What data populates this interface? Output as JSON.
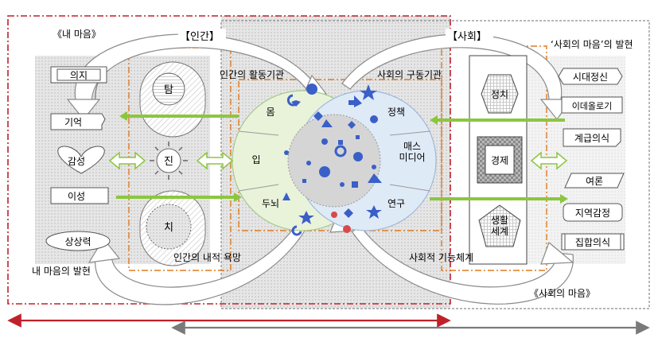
{
  "labels": {
    "my_mind": "《내 마음》",
    "my_mind_expression": "내 마음의 발현",
    "human_header": "【인간】",
    "society_header": "【사회】",
    "society_mind_expression": "‘사회의 마음’의 발현",
    "society_mind": "《사회의 마음》",
    "human_activity_organ": "인간의 활동기관",
    "society_driving_organ": "사회의 구동기관",
    "human_inner_desire": "인간의 내적 욕망",
    "social_function_system": "사회적 기능체계"
  },
  "left_items": [
    "의지",
    "기억",
    "감성",
    "이성",
    "상상력"
  ],
  "desires": [
    "탐",
    "진",
    "치"
  ],
  "human_organs": [
    "몸",
    "입",
    "두뇌"
  ],
  "society_organs": [
    "정책",
    "매스\n미디어",
    "연구"
  ],
  "society_systems": [
    "정치",
    "경제",
    "생활\n세계"
  ],
  "right_items": [
    "시대정신",
    "이데올로기",
    "계급의식",
    "여론",
    "지역감정",
    "집합의식"
  ],
  "colors": {
    "red_frame": "#c0202a",
    "gray_frame": "#7a7a7a",
    "orange_frame": "#e07a20",
    "arrow_green": "#8cc63f",
    "organ_green": "#e3f1cf",
    "organ_blue": "#dbe9f7",
    "shape_blue": "#3a5fc8",
    "shape_red": "#d84a4a"
  }
}
